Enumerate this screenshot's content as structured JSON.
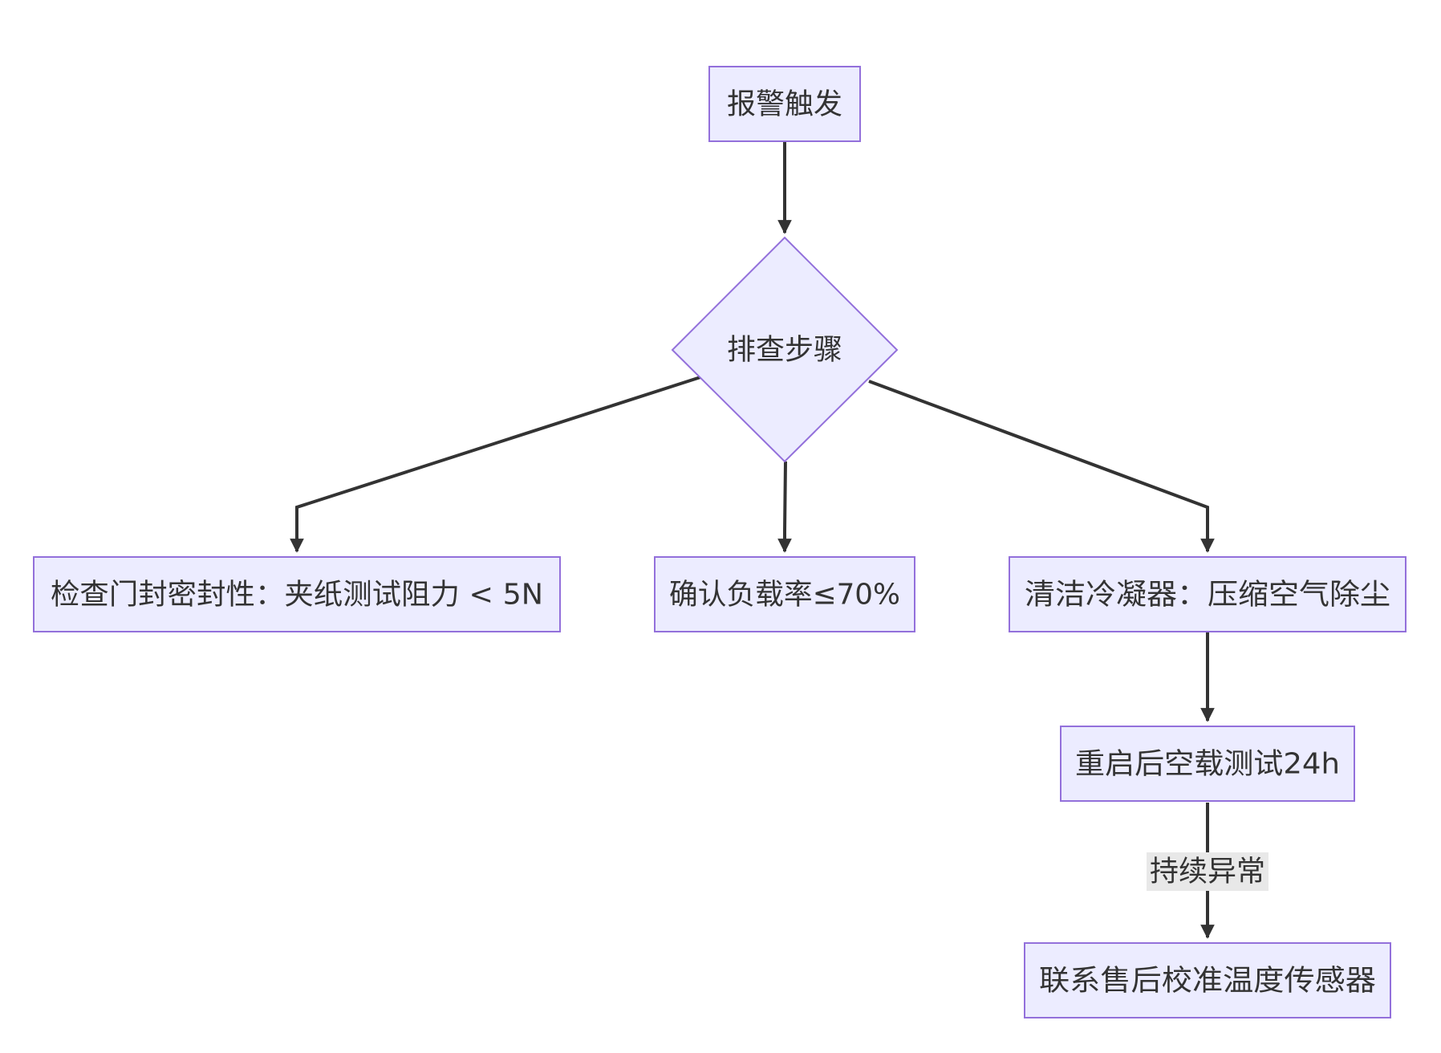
{
  "nodes": {
    "alarm": {
      "label": "报警触发"
    },
    "check": {
      "label": "排查步骤"
    },
    "seal": {
      "label": "检查门封密封性：夹纸测试阻力 < 5N"
    },
    "load": {
      "label": "确认负载率≤70%"
    },
    "clean": {
      "label": "清洁冷凝器：压缩空气除尘"
    },
    "restart": {
      "label": "重启后空载测试24h"
    },
    "contact": {
      "label": "联系售后校准温度传感器"
    }
  },
  "edges": {
    "restart_to_contact": {
      "label": "持续异常"
    }
  },
  "colors": {
    "node_fill": "#ECECFF",
    "node_stroke": "#9370DB",
    "edge": "#333333",
    "edge_label_bg": "#E8E8E8"
  }
}
